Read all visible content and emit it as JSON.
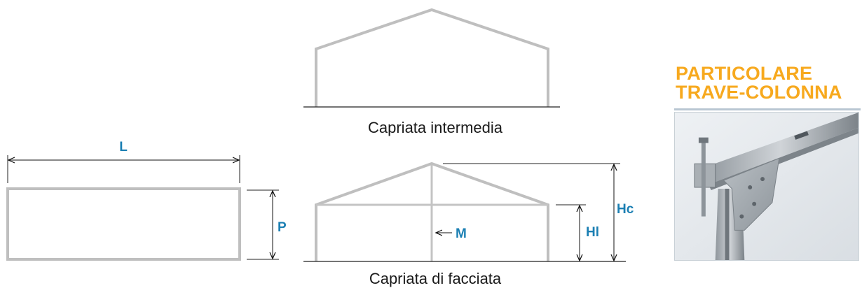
{
  "labels": {
    "intermediate_truss": "Capriata intermedia",
    "facade_truss": "Capriata di facciata",
    "length": "L",
    "depth": "P",
    "ridge_height": "Hc",
    "eave_height": "Hl",
    "upright": "M"
  },
  "detail": {
    "title_line1": "PARTICOLARE",
    "title_line2": "TRAVE-COLONNA",
    "title_color": "#f7a91e"
  },
  "colors": {
    "structure": "#bfbfbf",
    "ground": "#222222",
    "dimension": "#1b7fb3"
  }
}
